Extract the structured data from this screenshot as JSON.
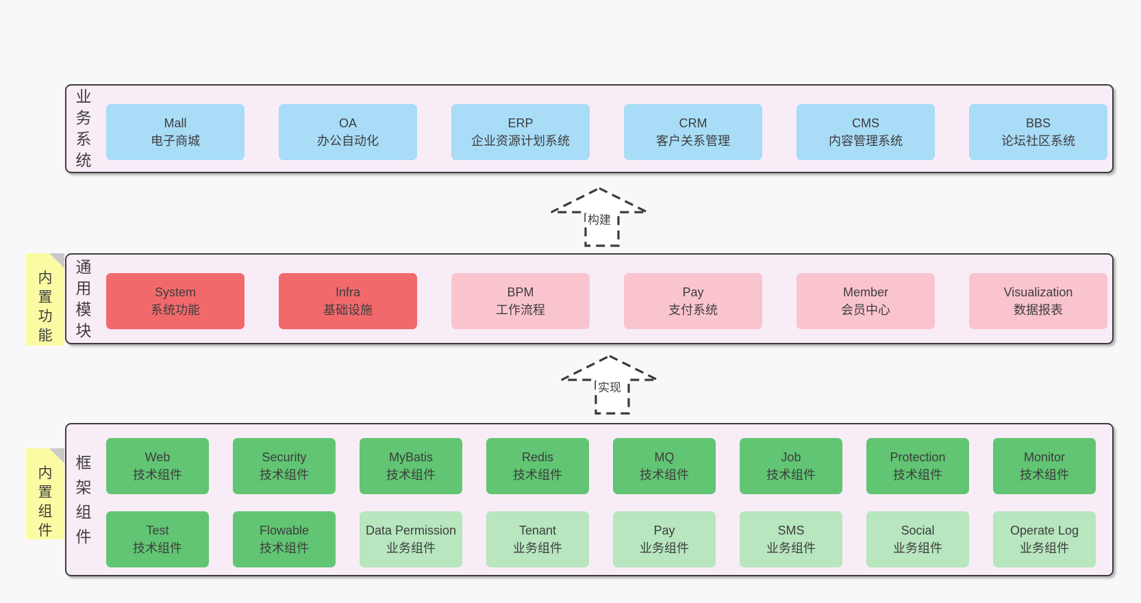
{
  "colors": {
    "page_bg": "#f9f8f9",
    "band_bg": "#f8edf7",
    "line": "#3b3b3b",
    "text": "#3d3d3d",
    "blue": "#a8dcf7",
    "red": "#f2696c",
    "pink": "#fac4ce",
    "green_dark": "#61c573",
    "green_light": "#b7e6bf",
    "yellow": "#fbfba4",
    "fold": "#c9c9c9",
    "arrow_fill": "#ffffff"
  },
  "bands": [
    {
      "label": "业务系统",
      "items": [
        {
          "en": "Mall",
          "zh": "电子商城"
        },
        {
          "en": "OA",
          "zh": "办公自动化"
        },
        {
          "en": "ERP",
          "zh": "企业资源计划系统"
        },
        {
          "en": "CRM",
          "zh": "客户关系管理"
        },
        {
          "en": "CMS",
          "zh": "内容管理系统"
        },
        {
          "en": "BBS",
          "zh": "论坛社区系统"
        }
      ]
    },
    {
      "label": "通用模块",
      "sticky": "内置功能",
      "items": [
        {
          "en": "System",
          "zh": "系统功能"
        },
        {
          "en": "Infra",
          "zh": "基础设施"
        },
        {
          "en": "BPM",
          "zh": "工作流程"
        },
        {
          "en": "Pay",
          "zh": "支付系统"
        },
        {
          "en": "Member",
          "zh": "会员中心"
        },
        {
          "en": "Visualization",
          "zh": "数据报表"
        }
      ]
    },
    {
      "label": "框架组件",
      "sticky": "内置组件",
      "rows": [
        [
          {
            "en": "Web",
            "zh": "技术组件"
          },
          {
            "en": "Security",
            "zh": "技术组件"
          },
          {
            "en": "MyBatis",
            "zh": "技术组件"
          },
          {
            "en": "Redis",
            "zh": "技术组件"
          },
          {
            "en": "MQ",
            "zh": "技术组件"
          },
          {
            "en": "Job",
            "zh": "技术组件"
          },
          {
            "en": "Protection",
            "zh": "技术组件"
          },
          {
            "en": "Monitor",
            "zh": "技术组件"
          }
        ],
        [
          {
            "en": "Test",
            "zh": "技术组件"
          },
          {
            "en": "Flowable",
            "zh": "技术组件"
          },
          {
            "en": "Data Permission",
            "zh": "业务组件"
          },
          {
            "en": "Tenant",
            "zh": "业务组件"
          },
          {
            "en": "Pay",
            "zh": "业务组件"
          },
          {
            "en": "SMS",
            "zh": "业务组件"
          },
          {
            "en": "Social",
            "zh": "业务组件"
          },
          {
            "en": "Operate Log",
            "zh": "业务组件"
          }
        ]
      ]
    }
  ],
  "arrows": [
    {
      "label": "构建"
    },
    {
      "label": "实现"
    }
  ]
}
